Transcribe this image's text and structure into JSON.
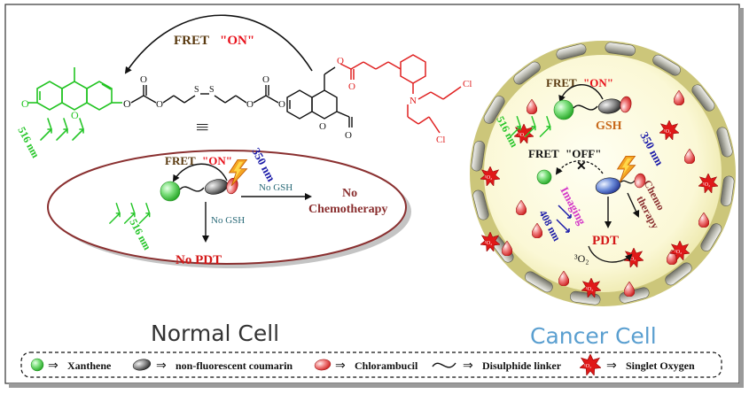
{
  "colors": {
    "fret_on_text": "#5a3a10",
    "on_red": "#e8101a",
    "nm350": "#1a1aa8",
    "nm516": "#27c62a",
    "gsh": "#c8681a",
    "no_gsh": "#2a6a78",
    "no_chemo": "#8a2f2f",
    "no_pdt": "#d41818",
    "xanthene_core": "#22c422",
    "coumarin_core": "#222222",
    "chlorambucil_core": "#e02020",
    "linker": "#222222",
    "cell_label": "#5a9fd0",
    "normal_label": "#333333",
    "cytoplasm": "#f4f0b8",
    "membrane": "#c8c074",
    "imaging": "#d438c8",
    "nm408": "#1a1aa8"
  },
  "top": {
    "fret_label": "FRET",
    "fret_state": "\"ON\"",
    "wavelength_emit": "516 nm",
    "atoms": {
      "o_carbonyl_left": "O",
      "o_ring": "O",
      "o_ether1": "O",
      "o_carbonate1": "O",
      "o_carbonate2": "O",
      "s1": "S",
      "s2": "S",
      "o_ether2": "O",
      "o_carbonate3": "O",
      "o_carbonate4": "O",
      "o_coum_ring": "O",
      "o_coum_co": "O",
      "o_ester": "O",
      "o_ester_co": "O",
      "n": "N",
      "cl1": "Cl",
      "cl2": "Cl"
    },
    "equiv_symbol": "|||"
  },
  "normal_cell": {
    "fret_label": "FRET",
    "fret_state": "\"ON\"",
    "nm350": "350 nm",
    "nm516": "516 nm",
    "no_gsh_top": "No GSH",
    "no_gsh_down": "No GSH",
    "no_chemo_line1": "No",
    "no_chemo_line2": "Chemotherapy",
    "no_pdt": "No PDT",
    "title": "Normal Cell"
  },
  "cancer_cell": {
    "fret_label": "FRET",
    "fret_state": "\"ON\"",
    "fret_off_label": "FRET",
    "fret_off_state": "\"OFF\"",
    "gsh": "GSH",
    "nm516": "516 nm",
    "nm350": "350 nm",
    "nm408": "408 nm",
    "imaging": "Imaging",
    "chemo_line1": "Chemo",
    "chemo_line2": "therapy",
    "pdt": "PDT",
    "triplet_o2": "³O₂",
    "singlet_o2": "¹O₂",
    "title": "Cancer Cell"
  },
  "legend": {
    "xanthene": "Xanthene",
    "coumarin": "non-fluorescent coumarin",
    "chlorambucil": "Chlorambucil",
    "linker": "Disulphide linker",
    "singlet": "Singlet Oxygen",
    "arrow": "⇒",
    "singlet_symbol": "¹O₂"
  }
}
